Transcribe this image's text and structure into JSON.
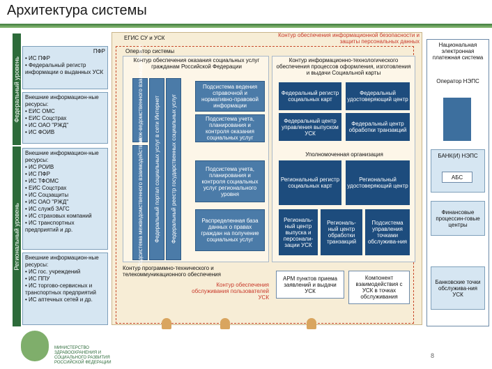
{
  "title": "Архитектура системы",
  "levels": {
    "federal": "Федеральный уровень",
    "regional": "Региональный уровень"
  },
  "pfr": {
    "label": "ПФР",
    "items": [
      "ИС ПФР",
      "Федеральный регистр информации о выданных УСК"
    ]
  },
  "fed_resources": {
    "title": "Внешние информацион-ные ресурсы:",
    "items": [
      "ЕИС ОМС",
      "ЕИС Соцстрах",
      "ИС ОАО \"РЖД\"",
      "ИС ФОИВ"
    ]
  },
  "reg_resources": {
    "title": "Внешние информацион-ные ресурсы:",
    "items": [
      "ИС РОИВ",
      "ИС ПФР",
      "ИС ТФОМС",
      "ЕИС Соцстрах",
      "ИС Соцзащиты",
      "ИС ОАО \"РЖД\"",
      "ИС служб ЗАГС",
      "ИС страховых компаний",
      "ИС транспортных предприятий и др."
    ]
  },
  "local_resources": {
    "title": "Внешние информацион-ные ресурсы:",
    "items": [
      "ИС гос. учреждений",
      "ИС ППУ",
      "ИС торгово-сервисных и транспортных предприятий",
      "ИС аптечных сетей и др."
    ]
  },
  "egis": "ЕГИС СУ и УСК",
  "security_contour": "Контур обеспечения информационной безопасности и защиты персональных данных",
  "operator": "Оператор системы",
  "services_contour": "Контур обеспечения оказания социальных услуг гражданам Российской Федерации",
  "tech_contour": "Контур информационно-технологического обеспечения процессов оформления, изготовления и выдачи Социальной карты",
  "vertical": [
    "Подсистема меж-ведомственного взаимодействия",
    "Подсистема межведомственного взаимодействия",
    "Федеральный портал социальных услуг в сети Интернет",
    "Федеральный реестр государственных социальных услуг"
  ],
  "fed_services": [
    "Подсистема ведения справочной и нормативно-правовой информации",
    "Подсистема учета, планирования и контроля оказания социальных услуг"
  ],
  "fed_tech": [
    "Федеральный регистр социальных карт",
    "Федеральный удостоверяющий центр",
    "Федеральный центр управления выпуском УСК",
    "Федеральный центр обработки транзакций"
  ],
  "authorized": "Уполномоченная организация",
  "reg_services": [
    "Подсистема учета, планирования и контроля социальных услуг регионального уровня",
    "Распределенная база данных о правах граждан на получение социальных услуг"
  ],
  "reg_tech": [
    "Региональный регистр социальных карт",
    "Региональный удостоверяющий центр",
    "Региональ-ный центр выпуска и персонали-зации УСК",
    "Региональ-ный центр обработки транзакций",
    "Подсистема управления точками обслужива-ния"
  ],
  "telecom": "Контур программно-технического и телекоммуникационного обеспечения",
  "service_contour": "Контур обеспечения обслуживания пользователей УСК",
  "arm": "АРМ пунктов приема заявлений и выдачи УСК",
  "component": "Компонент взаимодействия с УСК в точках обслуживания",
  "right": {
    "nps": "Национальная электронная платежная система",
    "nsps": "Оператор НЭПС",
    "bank": "БАНК(И) НЭПС",
    "abs": "АБС",
    "fin": "Финансовые процессин-говые центры",
    "pos": "Банковские точки обслужива-ния УСК"
  },
  "ministry": "МИНИСТЕРСТВО ЗДРАВООХРАНЕНИЯ И СОЦИАЛЬНОГО РАЗВИТИЯ РОССИЙСКОЙ ФЕДЕРАЦИИ",
  "page": "8",
  "colors": {
    "green": "#2d6b3a",
    "blue": "#4b7ba8",
    "navy": "#1d4c7d",
    "cream": "#f7edd6",
    "light": "#d6e6f2"
  }
}
